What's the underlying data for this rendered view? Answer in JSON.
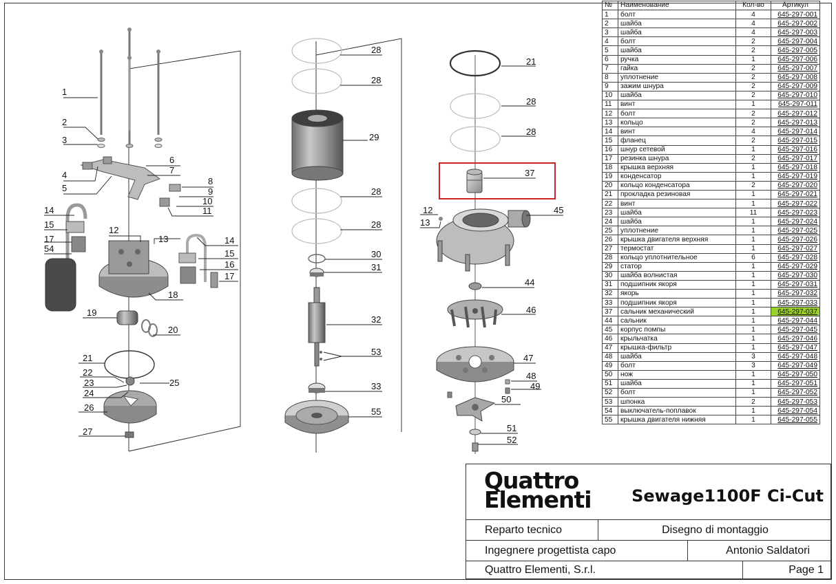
{
  "table": {
    "headers": {
      "num": "№",
      "name": "Наименование",
      "qty": "Кол-во",
      "article": "Артикул"
    },
    "highlight_color": "#9bd12a",
    "rows": [
      {
        "num": "1",
        "name": "болт",
        "qty": "4",
        "article": "645-297-001"
      },
      {
        "num": "2",
        "name": "шайба",
        "qty": "4",
        "article": "645-297-002"
      },
      {
        "num": "3",
        "name": "шайба",
        "qty": "4",
        "article": "645-297-003"
      },
      {
        "num": "4",
        "name": "болт",
        "qty": "2",
        "article": "645-297-004"
      },
      {
        "num": "5",
        "name": "шайба",
        "qty": "2",
        "article": "645-297-005"
      },
      {
        "num": "6",
        "name": "ручка",
        "qty": "1",
        "article": "645-297-006"
      },
      {
        "num": "7",
        "name": "гайка",
        "qty": "2",
        "article": "645-297-007"
      },
      {
        "num": "8",
        "name": "уплотнение",
        "qty": "2",
        "article": "645-297-008"
      },
      {
        "num": "9",
        "name": "зажим шнура",
        "qty": "2",
        "article": "645-297-009"
      },
      {
        "num": "10",
        "name": "шайба",
        "qty": "2",
        "article": "645-297-010"
      },
      {
        "num": "11",
        "name": "винт",
        "qty": "1",
        "article": "645-297-011"
      },
      {
        "num": "12",
        "name": "болт",
        "qty": "2",
        "article": "645-297-012"
      },
      {
        "num": "13",
        "name": "кольцо",
        "qty": "2",
        "article": "645-297-013"
      },
      {
        "num": "14",
        "name": "винт",
        "qty": "4",
        "article": "645-297-014"
      },
      {
        "num": "15",
        "name": "фланец",
        "qty": "2",
        "article": "645-297-015"
      },
      {
        "num": "16",
        "name": "шнур сетевой",
        "qty": "1",
        "article": "645-297-016"
      },
      {
        "num": "17",
        "name": "резинка шнура",
        "qty": "2",
        "article": "645-297-017"
      },
      {
        "num": "18",
        "name": "крышка верхняя",
        "qty": "1",
        "article": "645-297-018"
      },
      {
        "num": "19",
        "name": "конденсатор",
        "qty": "1",
        "article": "645-297-019"
      },
      {
        "num": "20",
        "name": "кольцо конденсатора",
        "qty": "2",
        "article": "645-297-020"
      },
      {
        "num": "21",
        "name": "прокладка резиновая",
        "qty": "1",
        "article": "645-297-021"
      },
      {
        "num": "22",
        "name": "винт",
        "qty": "1",
        "article": "645-297-022"
      },
      {
        "num": "23",
        "name": "шайба",
        "qty": "11",
        "article": "645-297-023"
      },
      {
        "num": "24",
        "name": "шайба",
        "qty": "1",
        "article": "645-297-024"
      },
      {
        "num": "25",
        "name": "уплотнение",
        "qty": "1",
        "article": "645-297-025"
      },
      {
        "num": "26",
        "name": "крышка двигателя верхняя",
        "qty": "1",
        "article": "645-297-026"
      },
      {
        "num": "27",
        "name": "термостат",
        "qty": "1",
        "article": "645-297-027"
      },
      {
        "num": "28",
        "name": "кольцо уплотнительное",
        "qty": "6",
        "article": "645-297-028"
      },
      {
        "num": "29",
        "name": "статор",
        "qty": "1",
        "article": "645-297-029"
      },
      {
        "num": "30",
        "name": "шайба волнистая",
        "qty": "1",
        "article": "645-297-030"
      },
      {
        "num": "31",
        "name": "подшипник якоря",
        "qty": "1",
        "article": "645-297-031"
      },
      {
        "num": "32",
        "name": "якорь",
        "qty": "1",
        "article": "645-297-032"
      },
      {
        "num": "33",
        "name": "подшипник якоря",
        "qty": "1",
        "article": "645-297-033"
      },
      {
        "num": "37",
        "name": "сальник механический",
        "qty": "1",
        "article": "645-297-037",
        "highlight": true
      },
      {
        "num": "44",
        "name": "сальник",
        "qty": "1",
        "article": "645-297-044"
      },
      {
        "num": "45",
        "name": "корпус помпы",
        "qty": "1",
        "article": "645-297-045"
      },
      {
        "num": "46",
        "name": "крыльчатка",
        "qty": "1",
        "article": "645-297-046"
      },
      {
        "num": "47",
        "name": "крышка-фильтр",
        "qty": "1",
        "article": "645-297-047"
      },
      {
        "num": "48",
        "name": "шайба",
        "qty": "3",
        "article": "645-297-048"
      },
      {
        "num": "49",
        "name": "болт",
        "qty": "3",
        "article": "645-297-049"
      },
      {
        "num": "50",
        "name": "нож",
        "qty": "1",
        "article": "645-297-050"
      },
      {
        "num": "51",
        "name": "шайба",
        "qty": "1",
        "article": "645-297-051"
      },
      {
        "num": "52",
        "name": "болт",
        "qty": "1",
        "article": "645-297-052"
      },
      {
        "num": "53",
        "name": "шпонка",
        "qty": "2",
        "article": "645-297-053"
      },
      {
        "num": "54",
        "name": "выключатель-поплавок",
        "qty": "1",
        "article": "645-297-054"
      },
      {
        "num": "55",
        "name": "крышка двигателя нижняя",
        "qty": "1",
        "article": "645-297-055"
      }
    ]
  },
  "titleblock": {
    "logo_line1": "Quattro",
    "logo_line2": "Elementi",
    "model": "Sewage1100F Ci-Cut",
    "department": "Reparto tecnico",
    "drawing_type": "Disegno di montaggio",
    "engineer_role": "Ingegnere progettista capo",
    "engineer_name": "Antonio Saldatori",
    "company": "Quattro Elementi, S.r.l.",
    "page": "Page 1"
  },
  "diagram": {
    "highlight_box_color": "#cc2222",
    "callouts": [
      "1",
      "2",
      "3",
      "4",
      "5",
      "6",
      "7",
      "8",
      "9",
      "10",
      "11",
      "12",
      "13",
      "14",
      "15",
      "16",
      "17",
      "54",
      "18",
      "19",
      "20",
      "21",
      "22",
      "23",
      "24",
      "25",
      "26",
      "27",
      "28",
      "29",
      "30",
      "31",
      "32",
      "53",
      "33",
      "55",
      "37",
      "44",
      "45",
      "46",
      "47",
      "48",
      "49",
      "50",
      "51",
      "52"
    ]
  }
}
